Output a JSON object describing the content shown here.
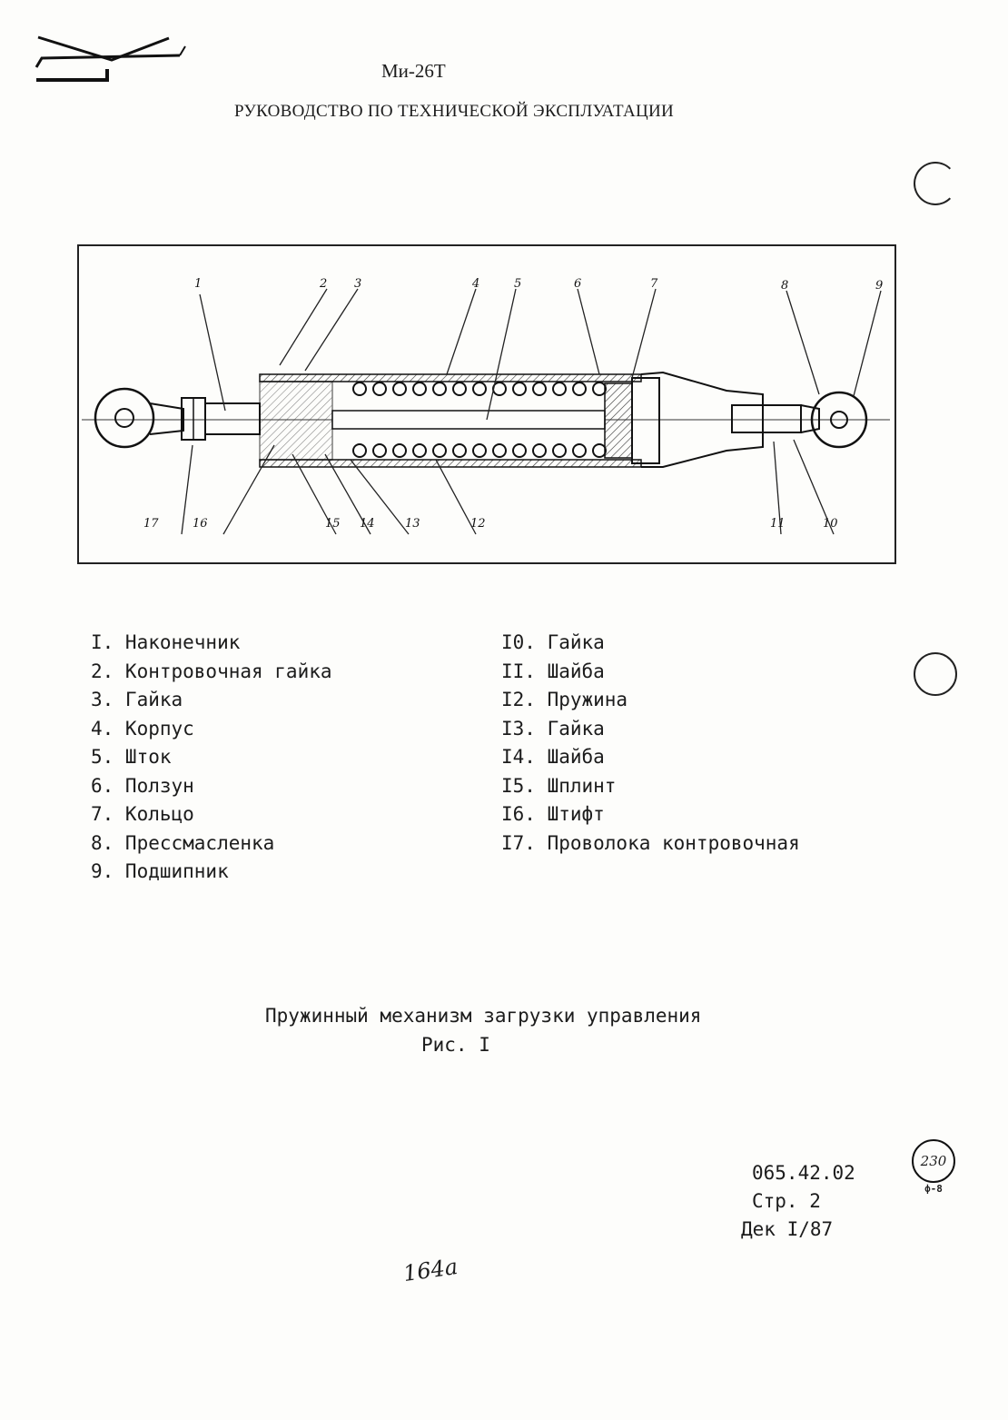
{
  "header": {
    "model": "Ми-26Т",
    "manual_title": "РУКОВОДСТВО ПО ТЕХНИЧЕСКОЙ ЭКСПЛУАТАЦИИ"
  },
  "figure": {
    "callouts": [
      "1",
      "2",
      "3",
      "4",
      "5",
      "6",
      "7",
      "8",
      "9",
      "10",
      "11",
      "12",
      "13",
      "14",
      "15",
      "16",
      "17"
    ]
  },
  "legend": {
    "left": [
      "I. Наконечник",
      "2. Контровочная гайка",
      "3. Гайка",
      "4. Корпус",
      "5. Шток",
      "6. Ползун",
      "7. Кольцо",
      "8. Прессмасленка",
      "9. Подшипник"
    ],
    "right": [
      "I0. Гайка",
      "II. Шайба",
      "I2. Пружина",
      "I3. Гайка",
      "I4. Шайба",
      "I5. Шплинт",
      "I6. Штифт",
      "I7. Проволока контровочная"
    ]
  },
  "caption": {
    "title": "Пружинный механизм загрузки управления",
    "figure_number": "Рис. I"
  },
  "footer": {
    "doc_code": "065.42.02",
    "page": "Стр. 2",
    "date": "Дек I/87",
    "handwritten_note": "164a",
    "stamp_number": "230",
    "stamp_sub": "ф-8"
  }
}
